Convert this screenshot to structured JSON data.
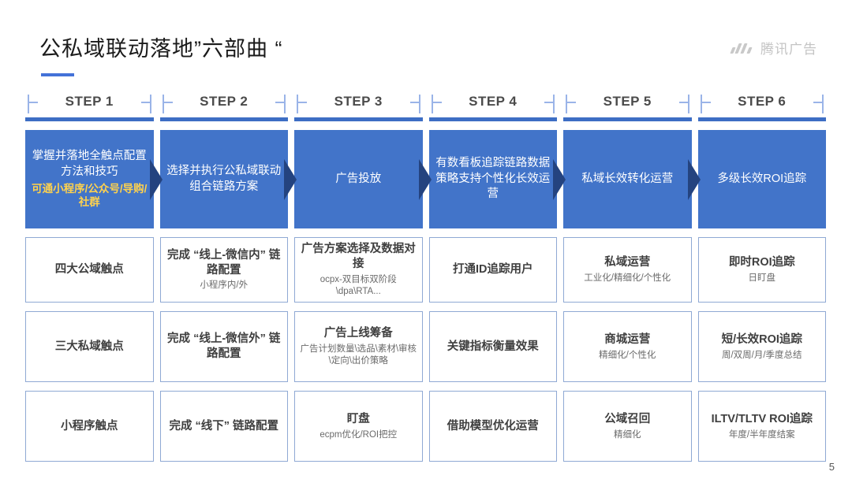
{
  "header": {
    "title": "公私域联动落地”六部曲 “",
    "brand_name": "腾讯广告",
    "brand_icon": "tencent-ads-bars-icon",
    "accent_color": "#4472d8"
  },
  "page_number": "5",
  "colors": {
    "hero_blue": "#4274c9",
    "bar_blue": "#3d6ec4",
    "chevron_navy": "#24437f",
    "card_border": "#8fa9d4",
    "hero_sub_yellow": "#ffd24d"
  },
  "columns": [
    {
      "step_label": "STEP 1",
      "hero_title": "掌握并落地全触点配置方法和技巧",
      "hero_sub": "可通小程序/公众号/导购/社群",
      "cards": [
        {
          "title": "四大公域触点",
          "sub": ""
        },
        {
          "title": "三大私域触点",
          "sub": ""
        },
        {
          "title": "小程序触点",
          "sub": ""
        }
      ]
    },
    {
      "step_label": "STEP 2",
      "hero_title": "选择并执行公私域联动组合链路方案",
      "hero_sub": "",
      "cards": [
        {
          "title": "完成 “线上-微信内” 链路配置",
          "sub": "小程序内/外"
        },
        {
          "title": "完成 “线上-微信外” 链路配置",
          "sub": ""
        },
        {
          "title": "完成 “线下” 链路配置",
          "sub": ""
        }
      ]
    },
    {
      "step_label": "STEP 3",
      "hero_title": "广告投放",
      "hero_sub": "",
      "cards": [
        {
          "title": "广告方案选择及数据对接",
          "sub": "ocpx-双目标双阶段\\dpa\\RTA..."
        },
        {
          "title": "广告上线筹备",
          "sub": "广告计划数量\\选品\\素材\\审核\\定向\\出价策略"
        },
        {
          "title": "盯盘",
          "sub": "ecpm优化/ROI把控"
        }
      ]
    },
    {
      "step_label": "STEP 4",
      "hero_title": "有数看板追踪链路数据策略支持个性化长效运营",
      "hero_sub": "",
      "cards": [
        {
          "title": "打通ID追踪用户",
          "sub": ""
        },
        {
          "title": "关键指标衡量效果",
          "sub": ""
        },
        {
          "title": "借助模型优化运营",
          "sub": ""
        }
      ]
    },
    {
      "step_label": "STEP 5",
      "hero_title": "私域长效转化运营",
      "hero_sub": "",
      "cards": [
        {
          "title": "私域运营",
          "sub": "工业化/精细化/个性化"
        },
        {
          "title": "商城运营",
          "sub": "精细化/个性化"
        },
        {
          "title": "公域召回",
          "sub": "精细化"
        }
      ]
    },
    {
      "step_label": "STEP 6",
      "hero_title": "多级长效ROI追踪",
      "hero_sub": "",
      "cards": [
        {
          "title": "即时ROI追踪",
          "sub": "日盯盘"
        },
        {
          "title": "短/长效ROI追踪",
          "sub": "周/双周/月/季度总结"
        },
        {
          "title": "ILTV/TLTV ROI追踪",
          "sub": "年度/半年度结案"
        }
      ]
    }
  ]
}
